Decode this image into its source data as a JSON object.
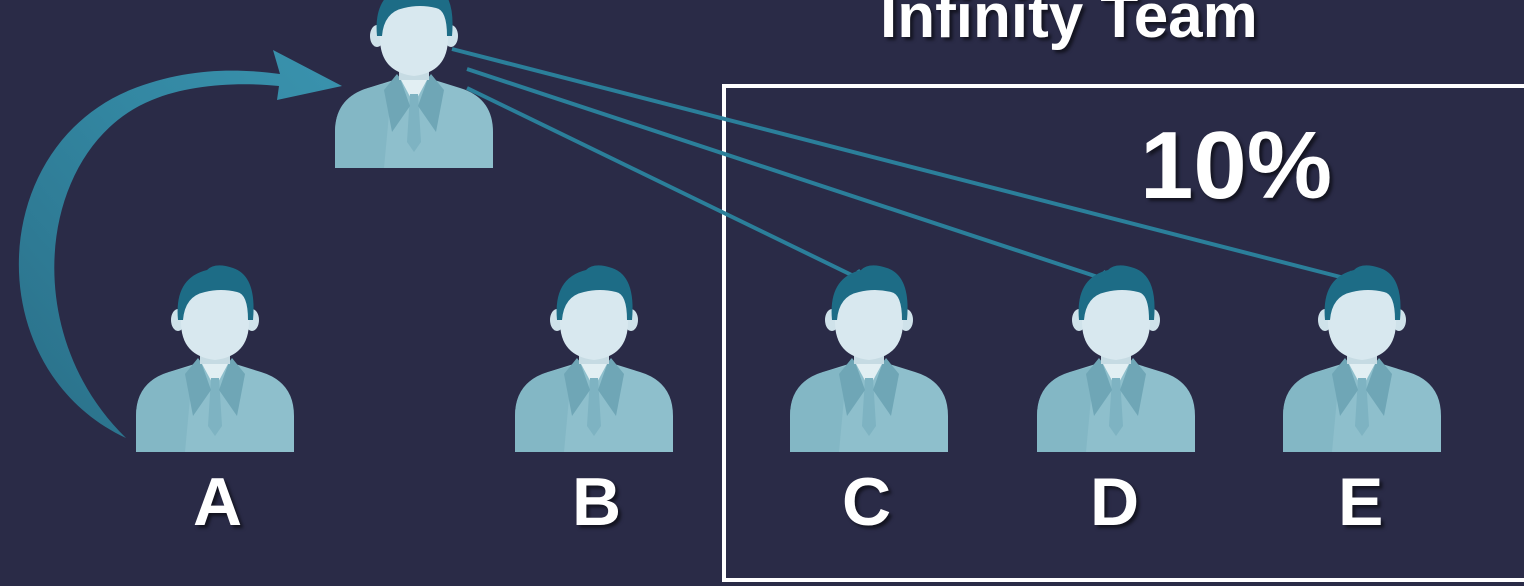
{
  "title": "Infinity Team",
  "percentage": "10%",
  "people": [
    {
      "id": "sponsor",
      "label": ""
    },
    {
      "id": "A",
      "label": "A"
    },
    {
      "id": "B",
      "label": "B"
    },
    {
      "id": "C",
      "label": "C"
    },
    {
      "id": "D",
      "label": "D"
    },
    {
      "id": "E",
      "label": "E"
    }
  ],
  "colors": {
    "background": "#2a2b47",
    "hair": "#1d6c86",
    "face": "#d8e8ef",
    "suit": "#8ebfcc",
    "suit_shadow": "#6fa6b6",
    "shirt": "#e2eff3",
    "tie": "#7eb3c2",
    "arrow": "#2b7f9a",
    "box": "#ffffff",
    "text": "#ffffff"
  },
  "icons": [
    "person-icon",
    "curved-arrow-icon",
    "connector-arrow-icon"
  ]
}
